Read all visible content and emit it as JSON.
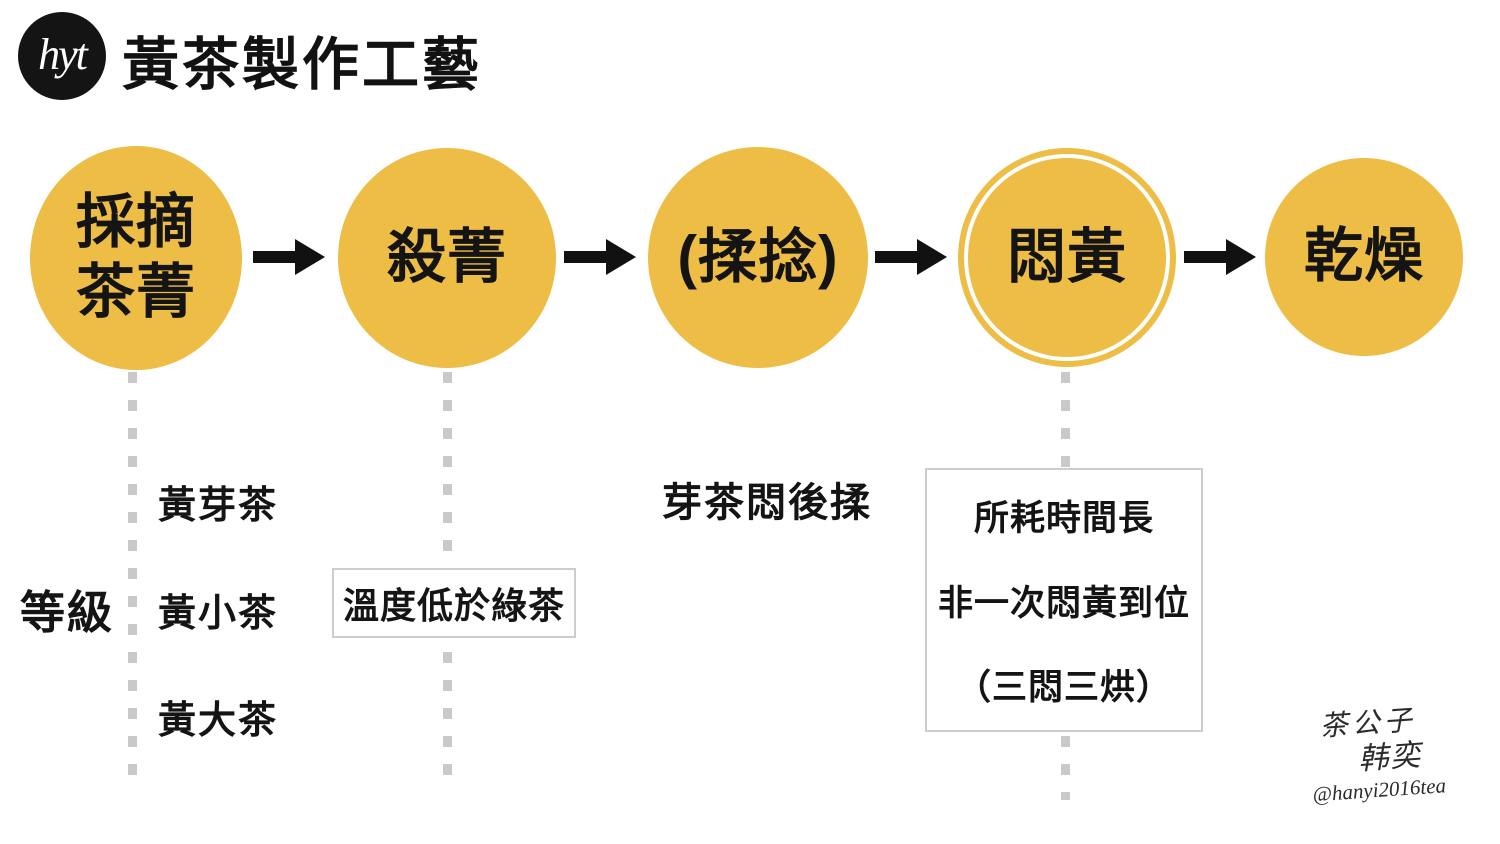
{
  "colors": {
    "accent_yellow": "#EDBD45",
    "dash_gray": "#C9C9C9",
    "box_border": "#CDCDCD",
    "text_black": "#141414"
  },
  "header": {
    "logo_text": "hyt",
    "title": "黃茶製作工藝"
  },
  "flow": {
    "steps": [
      {
        "id": "pluck",
        "lines": [
          "採摘",
          "茶菁"
        ],
        "highlight": false
      },
      {
        "id": "kill-green",
        "lines": [
          "殺菁"
        ],
        "highlight": false
      },
      {
        "id": "rolling",
        "lines": [
          "(揉捻)"
        ],
        "highlight": false
      },
      {
        "id": "men-huang",
        "lines": [
          "悶黃"
        ],
        "highlight": true
      },
      {
        "id": "drying",
        "lines": [
          "乾燥"
        ],
        "highlight": false
      }
    ]
  },
  "annotations": {
    "grade_label": "等級",
    "grades": [
      "黃芽茶",
      "黃小茶",
      "黃大茶"
    ],
    "kill_green_note": "溫度低於綠茶",
    "rolling_note": "芽茶悶後揉",
    "men_huang_notes": [
      "所耗時間長",
      "非一次悶黃到位",
      "（三悶三烘）"
    ]
  },
  "signature": {
    "line1": "茶公子",
    "line2": "韩奕",
    "handle": "@hanyi2016tea"
  }
}
